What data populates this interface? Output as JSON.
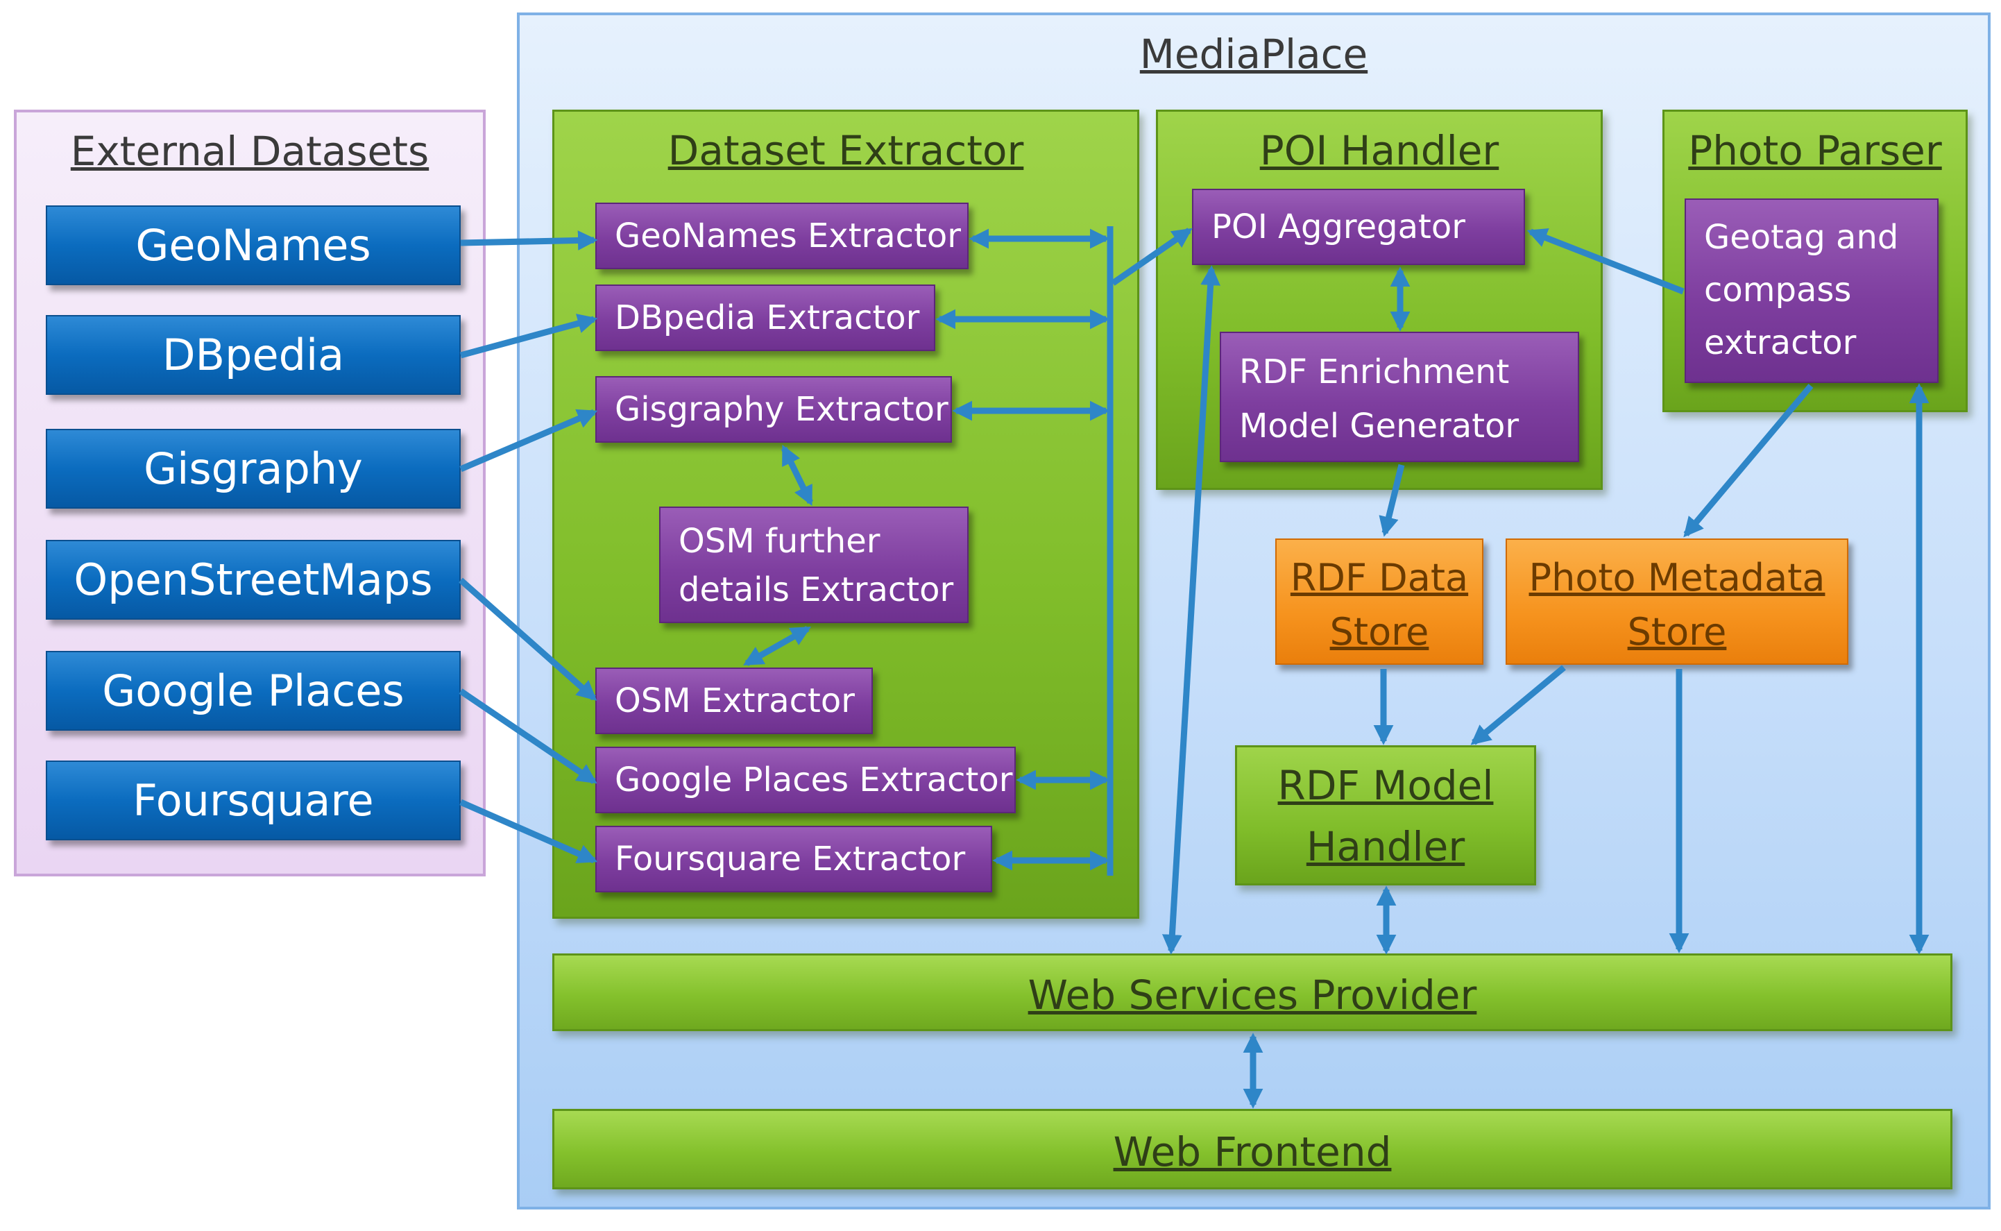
{
  "external": {
    "title": "External Datasets",
    "datasets": [
      "GeoNames",
      "DBpedia",
      "Gisgraphy",
      "OpenStreetMaps",
      "Google Places",
      "Foursquare"
    ]
  },
  "mediaplace": {
    "title": "MediaPlace",
    "dataset_extractor": {
      "title": "Dataset Extractor",
      "geonames": "GeoNames Extractor",
      "dbpedia": "DBpedia Extractor",
      "gisgraphy": "Gisgraphy Extractor",
      "osm_further_line1": "OSM further",
      "osm_further_line2": "details Extractor",
      "osm": "OSM Extractor",
      "google_places": "Google Places Extractor",
      "foursquare": "Foursquare Extractor"
    },
    "poi_handler": {
      "title": "POI Handler",
      "aggregator": "POI Aggregator",
      "rdf_gen_line1": "RDF Enrichment",
      "rdf_gen_line2": "Model Generator"
    },
    "photo_parser": {
      "title": "Photo Parser",
      "line1": "Geotag and",
      "line2": "compass",
      "line3": "extractor"
    },
    "rdf_store": {
      "line1": "RDF Data",
      "line2": "Store"
    },
    "photo_store": {
      "line1": "Photo Metadata",
      "line2": "Store"
    },
    "rdf_model_handler": {
      "line1": "RDF Model",
      "line2": "Handler"
    },
    "web_services": "Web Services Provider",
    "web_frontend": "Web Frontend"
  },
  "colors": {
    "arrow": "#2e86c8",
    "dataset_box": "#0b6cbf",
    "component_box": "#7e3e9f",
    "store_box": "#f6931e",
    "group_panel": "#80bd2a"
  }
}
